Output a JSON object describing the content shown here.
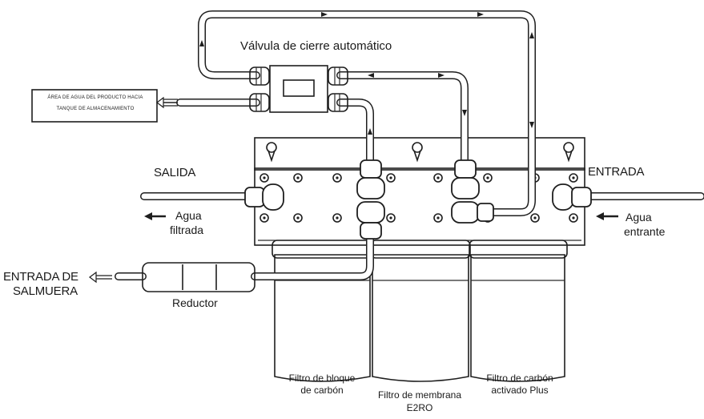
{
  "labels": {
    "valve": "Válvula de cierre automático",
    "tank_box_line1": "ÁREA DE AGUA DEL PRODUCTO HACIA",
    "tank_box_line2": "TANQUE DE ALMACENAMIENTO",
    "salida": "SALIDA",
    "agua_filtrada_1": "Agua",
    "agua_filtrada_2": "filtrada",
    "entrada": "ENTRADA",
    "agua_entrante_1": "Agua",
    "agua_entrante_2": "entrante",
    "salmuera_1": "ENTRADA DE",
    "salmuera_2": "SALMUERA",
    "reductor": "Reductor",
    "filter1_1": "Filtro de bloque",
    "filter1_2": "de carbón",
    "filter2_1": "Filtro de membrana",
    "filter2_2": "E2RO",
    "filter3_1": "Filtro de carbón",
    "filter3_2": "activado Plus"
  },
  "colors": {
    "ink": "#1e1e1e",
    "paper": "#ffffff"
  }
}
